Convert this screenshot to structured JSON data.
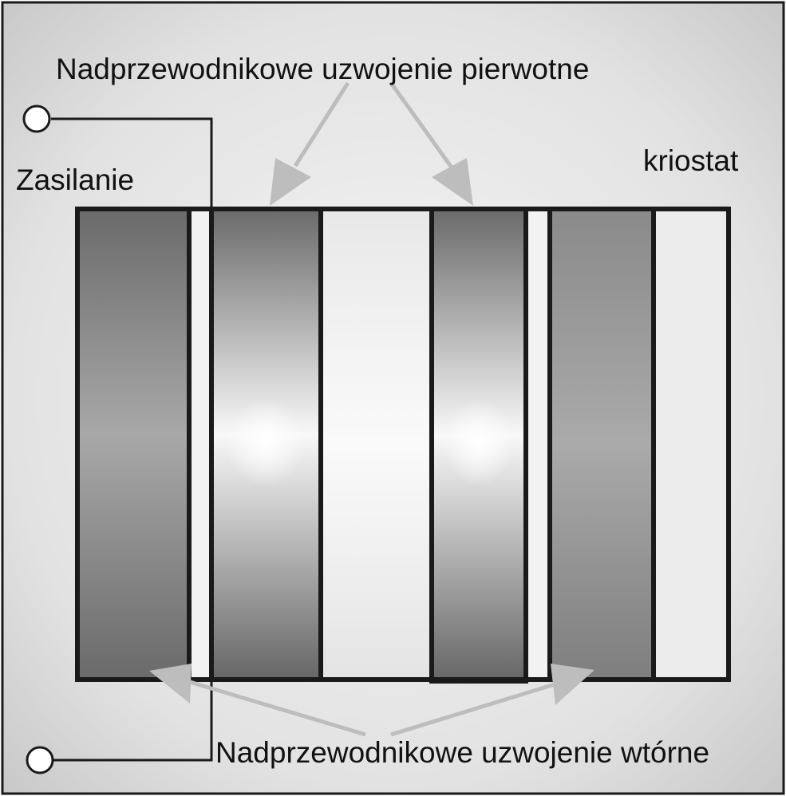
{
  "labels": {
    "primary_winding": "Nadprzewodnikowe uzwojenie pierwotne",
    "secondary_winding": "Nadprzewodnikowe uzwojenie wtórne",
    "power_supply": "Zasilanie",
    "cryostat": "kriostat"
  },
  "colors": {
    "background_edge": "#c8c8c8",
    "background_center": "#f4f4f4",
    "outline": "#1a1a1a",
    "arrow": "#bdbdbd",
    "dark_winding": "#6e6e6e",
    "light_center": "#ffffff"
  }
}
